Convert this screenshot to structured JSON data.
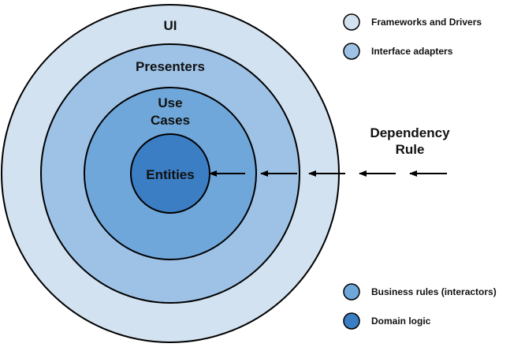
{
  "diagram": {
    "rings": [
      {
        "label": "UI",
        "color": "#d2e2f0"
      },
      {
        "label": "Presenters",
        "color": "#9ec2e6"
      },
      {
        "label_line1": "Use",
        "label_line2": "Cases",
        "color": "#6fa7db"
      },
      {
        "label": "Entities",
        "color": "#3b7ec3"
      }
    ],
    "dependency_rule": {
      "line1": "Dependency",
      "line2": "Rule"
    },
    "legend": [
      {
        "label": "Frameworks and Drivers",
        "color": "#d2e2f0"
      },
      {
        "label": "Interface adapters",
        "color": "#9ec2e6"
      },
      {
        "label": "Business rules (interactors)",
        "color": "#6fa7db"
      },
      {
        "label": "Domain logic",
        "color": "#3b7ec3"
      }
    ],
    "stroke_color": "#000000"
  }
}
